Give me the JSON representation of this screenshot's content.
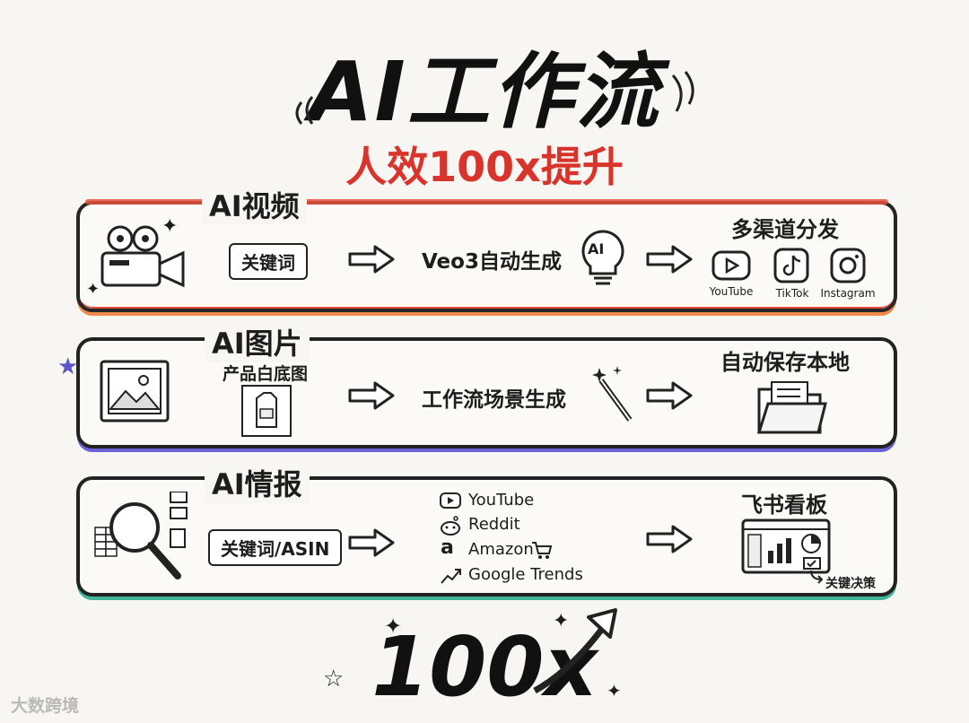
{
  "header": {
    "title": "AI工作流",
    "subtitle": "人效100x提升"
  },
  "sections": {
    "video": {
      "label": "AI视频",
      "input": "关键词",
      "process": "Veo3自动生成",
      "process_badge": "AI",
      "output_title": "多渠道分发",
      "platforms": [
        "YouTube",
        "TikTok",
        "Instagram"
      ]
    },
    "image": {
      "label": "AI图片",
      "input": "产品白底图",
      "process": "工作流场景生成",
      "output_title": "自动保存本地"
    },
    "intel": {
      "label": "AI情报",
      "input": "关键词/ASIN",
      "sources": [
        "YouTube",
        "Reddit",
        "Amazon",
        "Google Trends"
      ],
      "output_title": "飞书看板",
      "output_note": "关键决策"
    }
  },
  "footer": {
    "big": "100x",
    "watermark": "大数跨境"
  },
  "colors": {
    "accent_red": "#d8342c",
    "video": "#f08a4b",
    "image": "#6a62d6",
    "intel": "#3fb69a"
  }
}
